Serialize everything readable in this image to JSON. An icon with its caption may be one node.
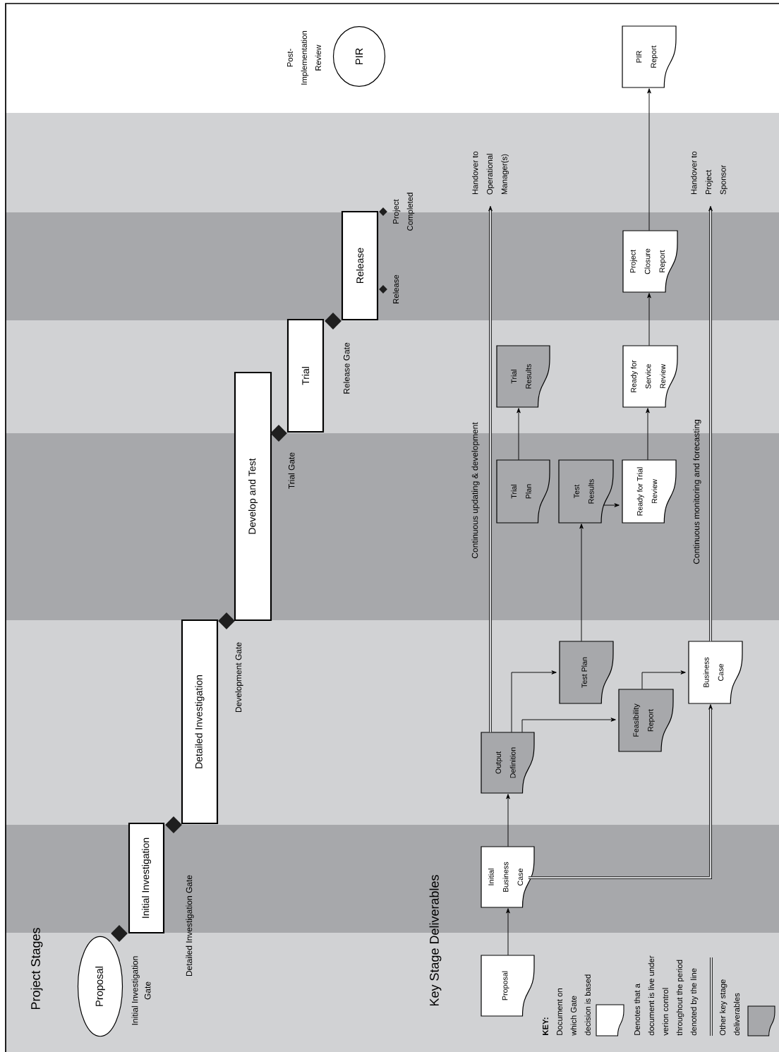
{
  "diagram": {
    "nodes": [
      {
        "text": [
          "Proposal"
        ]
      },
      {
        "text": [],
        "shape": "diamond"
      },
      {
        "text": [
          "Initial Investigation"
        ]
      },
      {
        "text": [],
        "shape": "diamond"
      },
      {
        "text": [
          "Detailed Investigation"
        ]
      },
      {
        "text": [],
        "shape": "diamond",
        "beside": [
          "Development Gate"
        ]
      },
      {
        "text": [
          "Develop and Test"
        ]
      },
      {
        "text": [],
        "shape": "diamond",
        "beside": [
          "Trial Gate"
        ]
      },
      {
        "text": [
          "Trial"
        ]
      },
      {
        "text": [],
        "shape": "diamond",
        "beside": [
          "Release Gate"
        ]
      },
      {
        "text": [
          "Release"
        ]
      },
      {
        "text": [],
        "shape": "diamond",
        "beside": [
          "Release"
        ]
      },
      {
        "text": [],
        "shape": "diamond",
        "beside": [
          "Project Completed"
        ]
      },
      {
        "text": [
          "PIR"
        ],
        "beside": [
          "Post-Implementation Review"
        ]
      },
      {
        "text": [
          "Proposal"
        ]
      },
      {
        "text": [
          "Initial Business Case"
        ]
      },
      {
        "text": [
          "Output Definition"
        ]
      },
      {
        "text": [
          "Test Plan"
        ]
      },
      {
        "text": [
          "Feasibility Report"
        ]
      },
      {
        "text": [
          "Business Case"
        ]
      },
      {
        "text": [
          "Trial Plan"
        ]
      },
      {
        "text": [
          "Test Results"
        ]
      },
      {
        "text": [
          "Ready for Trial Review"
        ]
      },
      {
        "text": [
          "Trial Results"
        ]
      },
      {
        "text": [
          "Ready for Service Review"
        ]
      },
      {
        "text": [
          "Project Closure Report"
        ]
      },
      {
        "text": [
          "PIR Report"
        ]
      },
      {
        "text": [
          "Handover to Operational Manager(s)"
        ]
      },
      {
        "text": [
          "Handover to Project Sponsor"
        ]
      }
    ],
    "edges": [
      {
        "from": 14,
        "to": 15,
        "arrow": "to"
      },
      {
        "from": 15,
        "to": 16,
        "arrow": "to"
      },
      {
        "from": 16,
        "to": 17,
        "arrow": "to"
      },
      {
        "from": 16,
        "to": 18,
        "arrow": "to"
      },
      {
        "from": 16,
        "to": 27,
        "arrow": "to",
        "style": "thick",
        "label": "Continuous updating & development"
      },
      {
        "from": 15,
        "to": 19,
        "arrow": "to",
        "style": "thick"
      },
      {
        "from": 19,
        "to": 28,
        "arrow": "to",
        "style": "thick",
        "label": "Continuous monitoring and forecasting"
      },
      {
        "from": 18,
        "to": 19,
        "arrow": "to"
      },
      {
        "from": 17,
        "to": 21,
        "arrow": "to"
      },
      {
        "from": 21,
        "to": 22,
        "arrow": "to"
      },
      {
        "from": 20,
        "to": 23,
        "arrow": "to"
      },
      {
        "from": 22,
        "to": 24,
        "arrow": "to"
      },
      {
        "from": 24,
        "to": 25,
        "arrow": "to"
      },
      {
        "from": 25,
        "to": 26,
        "arrow": "to"
      }
    ],
    "labels": [
      "Project Stages",
      "Initial Investigation Gate",
      "Detailed Investigation Gate",
      "Key Stage Deliverables",
      "KEY:"
    ],
    "legend": [
      {
        "text": "Document on which Gate decision is based",
        "color": "#ffffff"
      },
      {
        "text": "Denotes that a document is live under verion control throughout the period denoted by the line"
      },
      {
        "text": "Other key stage deliverables",
        "color": "#a7a8ab"
      }
    ]
  }
}
